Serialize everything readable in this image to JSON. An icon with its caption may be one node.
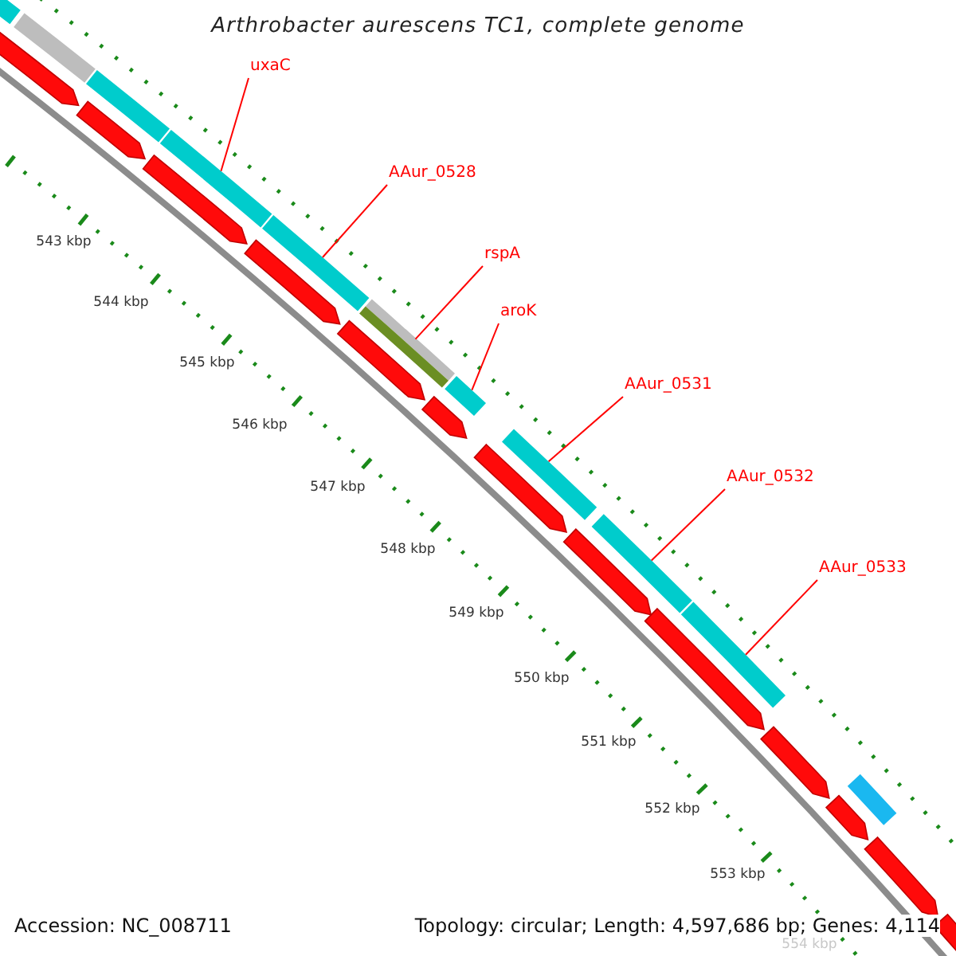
{
  "diagram": {
    "title": "Arthrobacter aurescens TC1, complete genome",
    "nodes": [
      {
        "text": [
          "uxaC"
        ]
      },
      {
        "text": [],
        "shape": "bar"
      },
      {
        "text": [
          "AAur_0528"
        ]
      },
      {
        "text": [],
        "shape": "bar"
      },
      {
        "text": [
          "rspA"
        ]
      },
      {
        "text": [],
        "shape": "bar"
      },
      {
        "text": [
          "aroK"
        ]
      },
      {
        "text": [],
        "shape": "bar"
      },
      {
        "text": [
          "AAur_0531"
        ]
      },
      {
        "text": [],
        "shape": "bar"
      },
      {
        "text": [
          "AAur_0532"
        ]
      },
      {
        "text": [],
        "shape": "bar"
      },
      {
        "text": [
          "AAur_0533"
        ]
      },
      {
        "text": [],
        "shape": "bar"
      },
      {
        "text": [],
        "shape": "bar"
      },
      {
        "text": [],
        "shape": "bar"
      },
      {
        "text": [],
        "shape": "bar"
      },
      {
        "text": [],
        "shape": "bar"
      },
      {
        "text": [],
        "shape": "pentagon"
      },
      {
        "text": [],
        "shape": "pentagon"
      },
      {
        "text": [],
        "shape": "pentagon"
      },
      {
        "text": [],
        "shape": "pentagon"
      },
      {
        "text": [],
        "shape": "pentagon"
      },
      {
        "text": [],
        "shape": "pentagon"
      },
      {
        "text": [],
        "shape": "pentagon"
      },
      {
        "text": [],
        "shape": "pentagon"
      },
      {
        "text": [],
        "shape": "pentagon"
      },
      {
        "text": [],
        "shape": "pentagon"
      },
      {
        "text": [],
        "shape": "pentagon"
      },
      {
        "text": [],
        "shape": "pentagon"
      },
      {
        "text": [],
        "shape": "pentagon"
      }
    ],
    "edges": [
      {
        "from": 0,
        "to": 1,
        "arrow": "none"
      },
      {
        "from": 2,
        "to": 3,
        "arrow": "none"
      },
      {
        "from": 4,
        "to": 5,
        "arrow": "none"
      },
      {
        "from": 6,
        "to": 7,
        "arrow": "none"
      },
      {
        "from": 8,
        "to": 9,
        "arrow": "none"
      },
      {
        "from": 10,
        "to": 11,
        "arrow": "none"
      },
      {
        "from": 12,
        "to": 13,
        "arrow": "none"
      }
    ],
    "labels": [
      "543 kbp",
      "544 kbp",
      "545 kbp",
      "546 kbp",
      "547 kbp",
      "548 kbp",
      "549 kbp",
      "550 kbp",
      "551 kbp",
      "552 kbp",
      "553 kbp",
      "554 kbp",
      "Accession: NC_008711",
      "Topology: circular; Length: 4,597,686 bp; Genes: 4,114"
    ]
  }
}
